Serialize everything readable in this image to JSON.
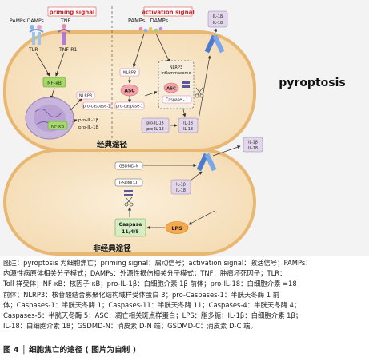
{
  "figure": {
    "priming_signal": "priming signal",
    "activation_signal": "activation signal",
    "pamps_damps_left": "PAMPs DAMPs",
    "tnf": "TNF",
    "tlr": "TLR",
    "tnf_r1": "TNF-R1",
    "nfkb": "NF-κB",
    "nfkb_nucleus": "NF-κB",
    "nlrp3_left": "NLRP3",
    "pro_caspase1_left": "pro-caspase-1",
    "pro_il1b": "pro-IL-1β",
    "pro_il18": "pro-IL-18",
    "pamps_damps_right": "PAMPs、DAMPs",
    "nlrp3_mid": "NLRP3",
    "asc_mid": "ASC",
    "pro_caspase1_mid": "pro-caspase-1",
    "inflammasome_nlrp3": "NLRP3",
    "inflammasome_label": "Inflammasome",
    "inflammasome_asc": "ASC",
    "inflammasome_casp": "Caspase - 1",
    "pro_il1b_right": "pro-IL-1β",
    "pro_il18_right": "pro-IL-18",
    "il1b_right": "IL-1β",
    "il18_right": "IL-18",
    "il1b_top": "IL-1β",
    "il18_top": "IL-18",
    "pyroptosis": "pyroptosis",
    "classic_pathway": "经典途径",
    "gsdmd_n": "GSDMD-N",
    "gsdmd_c": "GSDMD-C",
    "il1b_lower": "IL-1β",
    "il18_lower": "IL-18",
    "il1b_lower_out": "IL-1β",
    "il18_lower_out": "IL-18",
    "caspase_line1": "Caspase",
    "caspase_line2": "11/4/5",
    "lps": "LPS",
    "nonclassic_pathway": "非经典途径"
  },
  "caption": {
    "lines": [
      "图注：pyroptosis 为细胞焦亡；priming signal：启动信号；activation signal：激活信号；PAMPs：",
      "内源性病原体相关分子模式；DAMPs：外源性损伤相关分子模式；TNF：肿瘤坏死因子；TLR：",
      "Toll 样受体；NF-κB：核因子 κB；pro-IL-1β：白细胞介素 1β 前体；pro-IL-18：白细胞介素 =18",
      "前体；NLRP3：核苷酸结合寡聚化结构域样受体蛋白 3；pro-Caspases-1：半胱天冬酶 1 前",
      "体；Caspases-1：半胱天冬酶 1；Caspases-11：半胱天冬酶 11；Caspases-4：半胱天冬酶 4；",
      "Caspases-5：半胱天冬酶 5；ASC：凋亡相关斑点样蛋白；LPS：脂多糖；IL-1β：白细胞介素 1β；",
      "IL-18：白细胞介素 18；GSDMD-N：消皮素 D-N 端；GSDMD-C：消皮素 D-C 端。"
    ]
  },
  "figure_title": "图 4 │ 细胞焦亡的途径 ( 图片为自制 )"
}
